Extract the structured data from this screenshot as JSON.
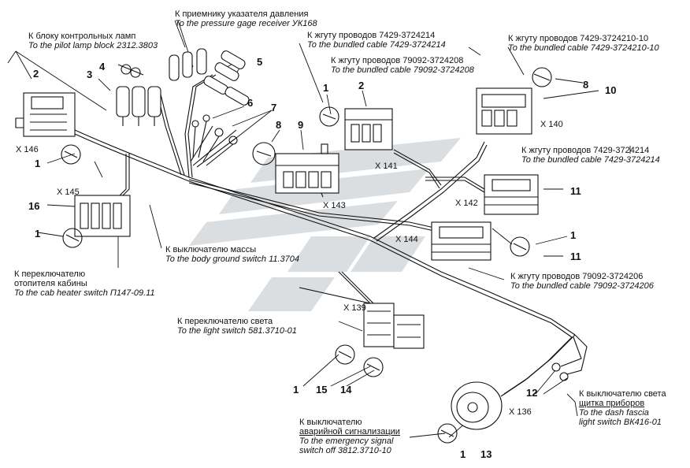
{
  "labels": {
    "pilot_lamp": {
      "ru": "К блоку контрольных ламп",
      "en": "To the pilot lamp block 2312.3803"
    },
    "pressure": {
      "ru": "К приемнику указателя давления",
      "en": "To the pressure gage receiver УК168"
    },
    "b7429_top": {
      "ru": "К жгуту проводов 7429-3724214",
      "en": "To the bundled cable 7429-3724214"
    },
    "b79092_208": {
      "ru": "К жгуту проводов 79092-3724208",
      "en": "To the bundled cable 79092-3724208"
    },
    "b7429_10": {
      "ru": "К жгуту проводов 7429-3724210-10",
      "en": "To the bundled cable 7429-3724210-10"
    },
    "b7429_right": {
      "ru": "К жгуту проводов 7429-3724214",
      "en": "To the bundled cable 7429-3724214"
    },
    "ground_switch": {
      "ru": "К выключателю массы",
      "en": "To the body ground switch 11.3704"
    },
    "cab_heater": {
      "ru1": "К переключателю",
      "ru2": "отопителя кабины",
      "en": "To the cab heater switch П147-09.11"
    },
    "b79092_206": {
      "ru": "К жгуту проводов 79092-3724206",
      "en": "To the bundled cable 79092-3724206"
    },
    "light_switch": {
      "ru": "К переключателю света",
      "en": "To the light switch 581.3710-01"
    },
    "dash_switch": {
      "ru1": "К выключателю света",
      "ru2": "щитка приборов",
      "en1": "To the dash fascia",
      "en2": "light switch ВК416-01"
    },
    "emergency": {
      "ru1": "К выключателю",
      "ru2": "аварийной сигнализации",
      "en1": "To the emergency signal",
      "en2": "switch off 3812.3710-10"
    }
  },
  "connectors": {
    "x146": "X 146",
    "x145": "X 145",
    "x143": "X 143",
    "x141": "X 141",
    "x140": "X 140",
    "x142": "X 142",
    "x144": "X 144",
    "x139": "X 139",
    "x136": "X 136"
  },
  "numbers": {
    "n1a": "1",
    "n2a": "2",
    "n3": "3",
    "n4": "4",
    "n5": "5",
    "n6": "6",
    "n7": "7",
    "n8a": "8",
    "n9": "9",
    "n1b": "1",
    "n2b": "2",
    "n8b": "8",
    "n10": "10",
    "n1c": "1",
    "n16": "16",
    "n1d": "1",
    "n11a": "11",
    "n1e": "1",
    "n11b": "11",
    "n1f": "1",
    "n15": "15",
    "n14": "14",
    "n12": "12",
    "n1g": "1",
    "n13": "13"
  }
}
